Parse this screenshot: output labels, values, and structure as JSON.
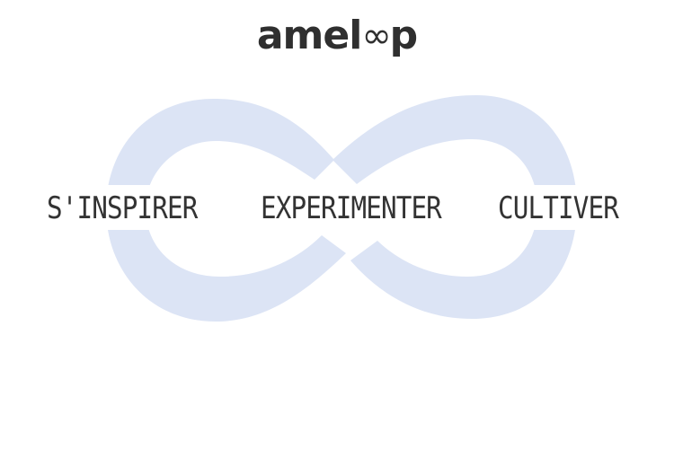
{
  "logo": {
    "prefix": "amel",
    "loop_glyph": "∞",
    "suffix": "p",
    "color": "#2f2f2f"
  },
  "diagram": {
    "shape": "infinity-loop",
    "fill_color": "#dce4f5",
    "band_color": "#ffffff",
    "stages": [
      {
        "label": "S'INSPIRER"
      },
      {
        "label": "EXPERIMENTER"
      },
      {
        "label": "CULTIVER"
      }
    ],
    "text_color": "#333333"
  }
}
